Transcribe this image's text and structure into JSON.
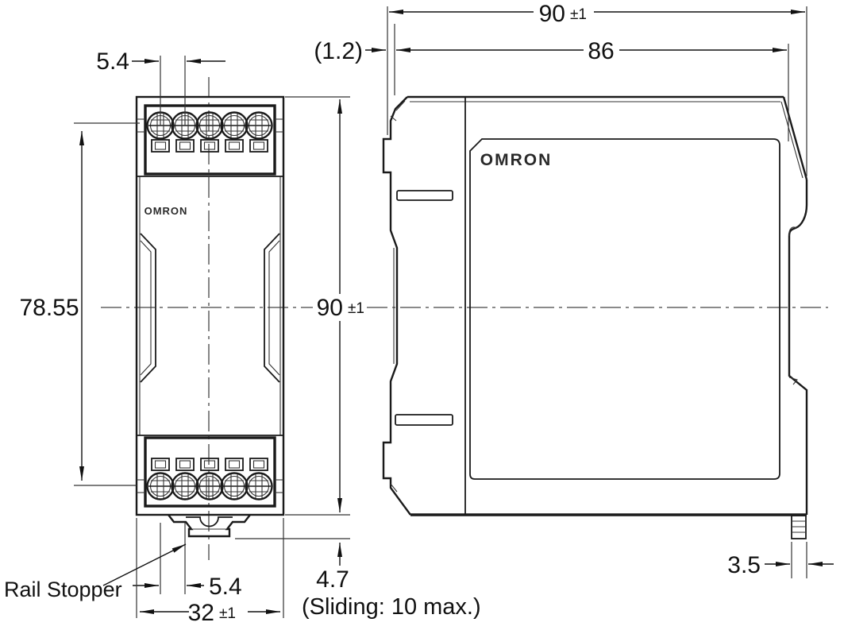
{
  "brand": "OMRON",
  "front": {
    "pitch_top": "5.4",
    "terminal_height": "78.55",
    "height": "90",
    "height_tol": "±1",
    "pitch_bottom": "5.4",
    "width": "32",
    "width_tol": "±1",
    "stopper_depth": "4.7",
    "sliding_note": "(Sliding: 10 max.)",
    "rail_stopper_label": "Rail Stopper"
  },
  "side": {
    "depth_total": "90",
    "depth_total_tol": "±1",
    "depth_body": "86",
    "rail_offset": "(1.2)",
    "stopper_width": "3.5"
  }
}
